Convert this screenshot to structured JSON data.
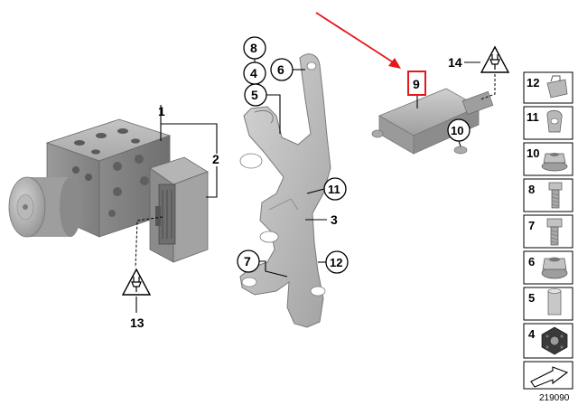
{
  "callouts": {
    "c1": "1",
    "c2": "2",
    "c3": "3",
    "c4": "4",
    "c5": "5",
    "c6": "6",
    "c7": "7",
    "c8": "8",
    "c9": "9",
    "c10": "10",
    "c11": "11",
    "c12": "12",
    "c13": "13",
    "c14": "14"
  },
  "sidebar": {
    "items": [
      {
        "label": "12",
        "icon": "clip-icon"
      },
      {
        "label": "11",
        "icon": "spring-clip-icon"
      },
      {
        "label": "10",
        "icon": "flange-nut-icon"
      },
      {
        "label": "8",
        "icon": "bolt-icon"
      },
      {
        "label": "7",
        "icon": "bolt-icon"
      },
      {
        "label": "6",
        "icon": "collar-nut-icon"
      },
      {
        "label": "5",
        "icon": "sleeve-icon"
      },
      {
        "label": "4",
        "icon": "rubber-mount-icon"
      }
    ]
  },
  "reference_number": "219090",
  "colors": {
    "highlight": "#e8161b",
    "part": "#9c9c9c",
    "line": "#000000"
  }
}
